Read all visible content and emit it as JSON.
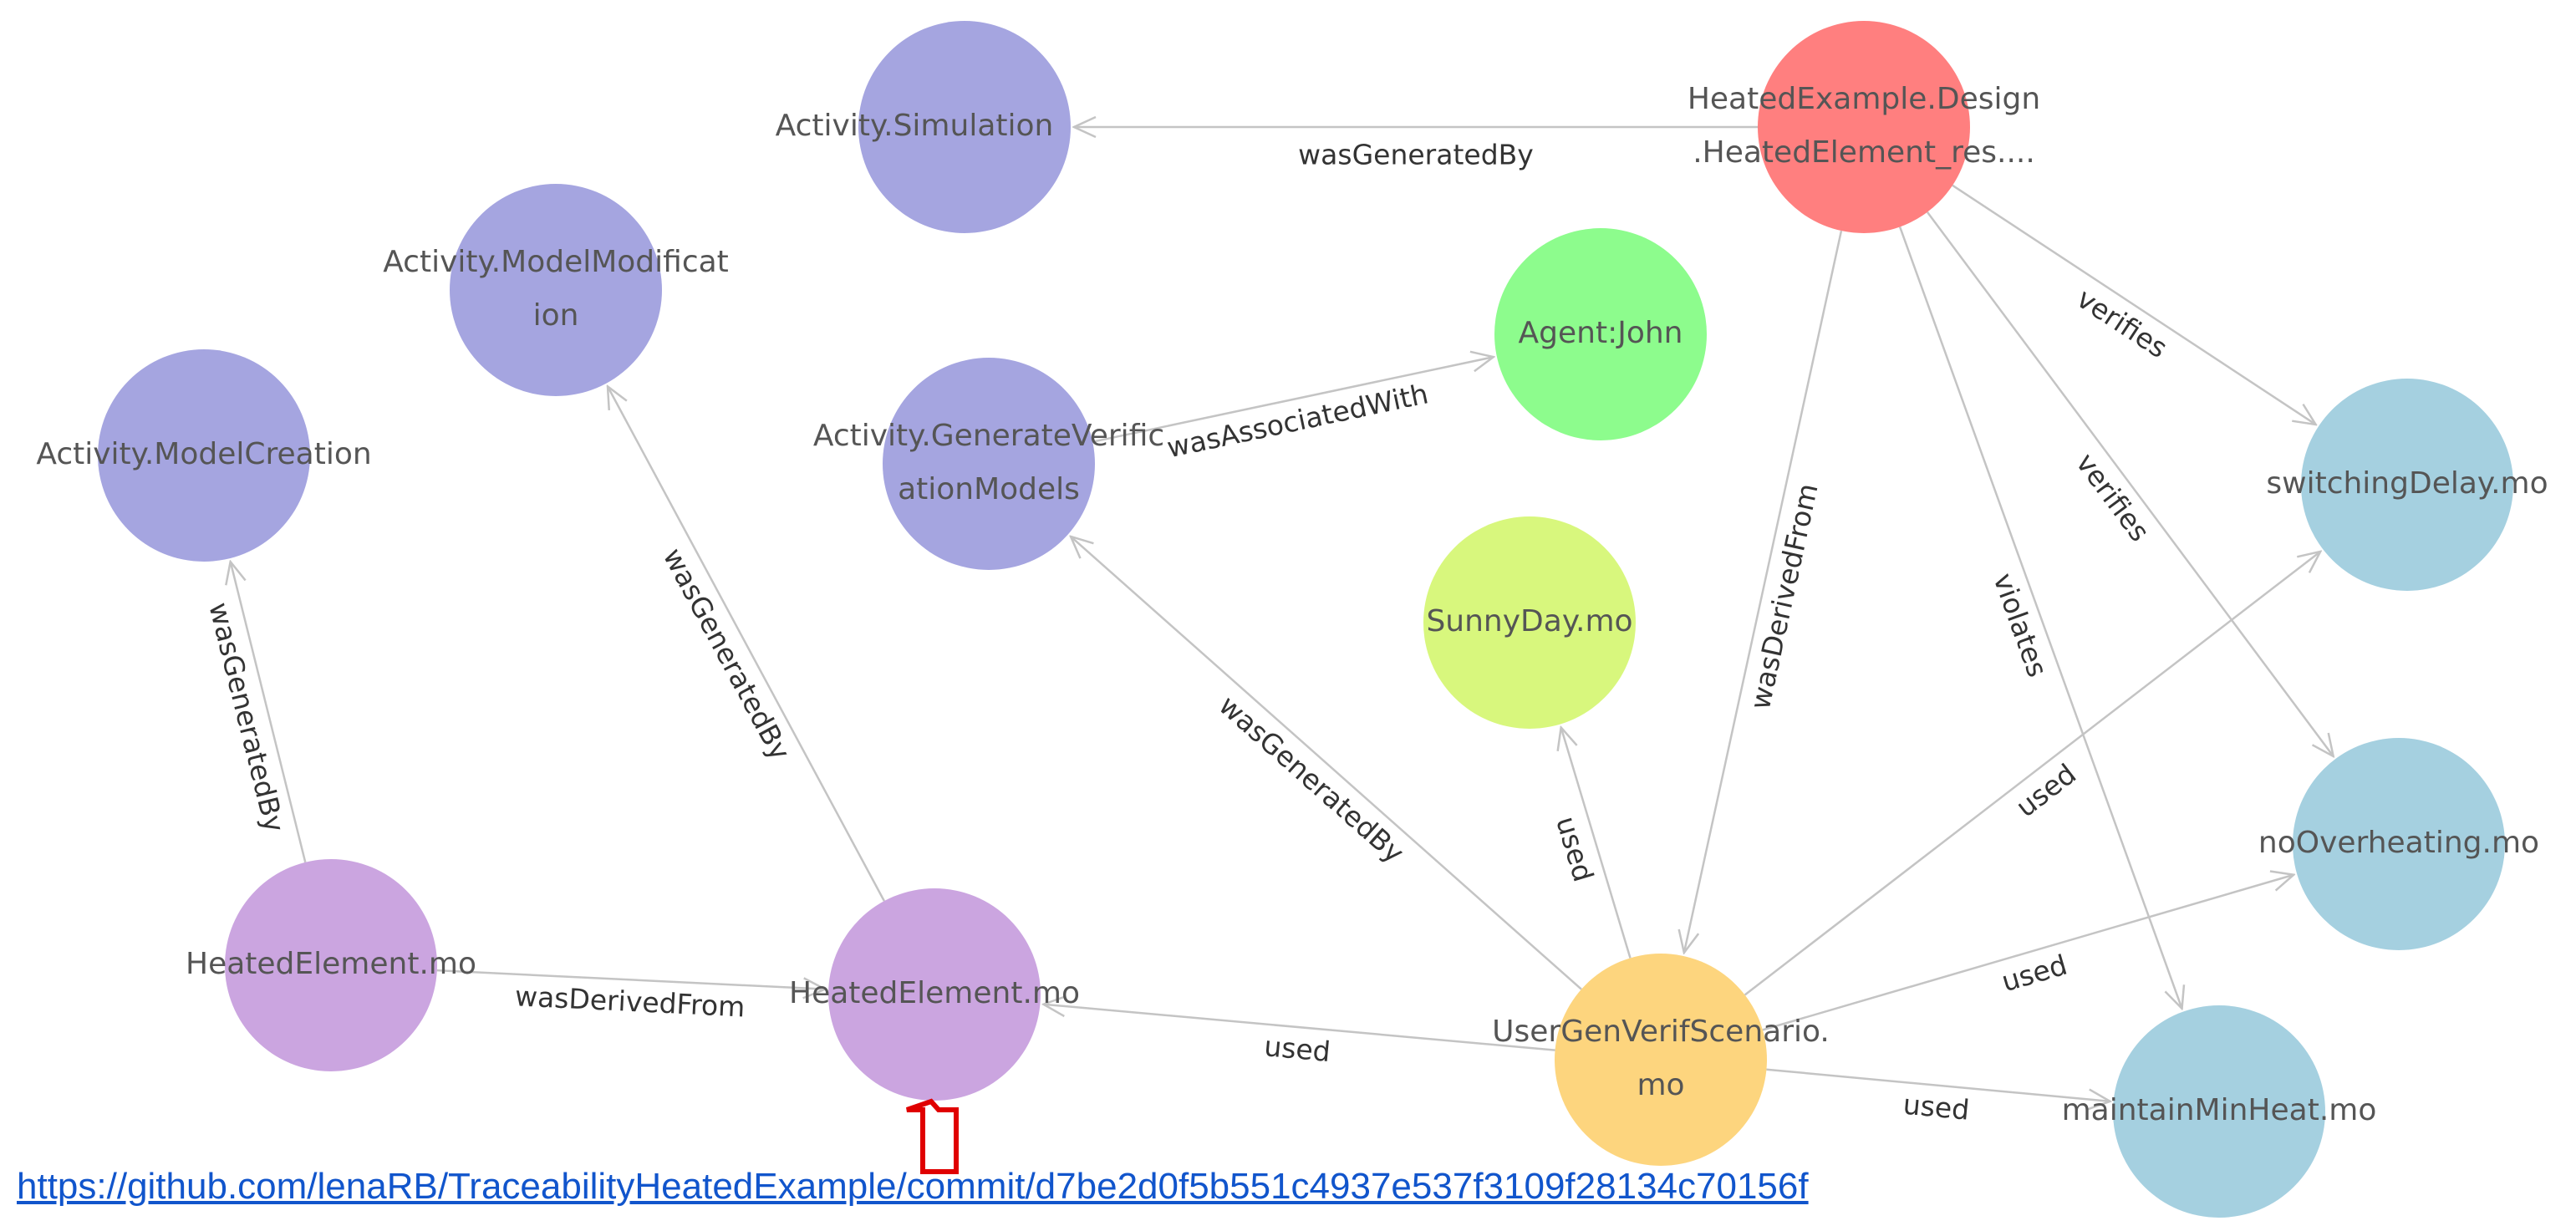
{
  "nodes": [
    {
      "id": "sim",
      "lines": [
        "Activity.Simulation"
      ],
      "color": "#a5a5e0"
    },
    {
      "id": "mod",
      "lines": [
        "Activity.ModelModificat",
        "ion"
      ],
      "color": "#a5a5e0"
    },
    {
      "id": "create",
      "lines": [
        "Activity.ModelCreation"
      ],
      "color": "#a5a5e0"
    },
    {
      "id": "genver",
      "lines": [
        "Activity.GenerateVerific",
        "ationModels"
      ],
      "color": "#a5a5e0"
    },
    {
      "id": "res",
      "lines": [
        "HeatedExample.Design",
        ".HeatedElement_res...."
      ],
      "color": "#ff7f7f"
    },
    {
      "id": "john",
      "lines": [
        "Agent:John"
      ],
      "color": "#8dfc8d"
    },
    {
      "id": "sunny",
      "lines": [
        "SunnyDay.mo"
      ],
      "color": "#d8f77d"
    },
    {
      "id": "he1",
      "lines": [
        "HeatedElement.mo"
      ],
      "color": "#cba5e0"
    },
    {
      "id": "he2",
      "lines": [
        "HeatedElement.mo"
      ],
      "color": "#cba5e0"
    },
    {
      "id": "user",
      "lines": [
        "UserGenVerifScenario.",
        "mo"
      ],
      "color": "#fdd57e"
    },
    {
      "id": "switch",
      "lines": [
        "switchingDelay.mo"
      ],
      "color": "#a5d0e0"
    },
    {
      "id": "nooh",
      "lines": [
        "noOverheating.mo"
      ],
      "color": "#a5d0e0"
    },
    {
      "id": "minheat",
      "lines": [
        "maintainMinHeat.mo"
      ],
      "color": "#a5d0e0"
    }
  ],
  "edges": [
    {
      "from": "res",
      "to": "sim",
      "label": "wasGeneratedBy"
    },
    {
      "from": "he2",
      "to": "mod",
      "label": "wasGeneratedBy"
    },
    {
      "from": "he1",
      "to": "create",
      "label": "wasGeneratedBy"
    },
    {
      "from": "genver",
      "to": "john",
      "label": "wasAssociatedWith"
    },
    {
      "from": "user",
      "to": "genver",
      "label": "wasGeneratedBy"
    },
    {
      "from": "res",
      "to": "switch",
      "label": "verifies"
    },
    {
      "from": "res",
      "to": "nooh",
      "label": "verifies"
    },
    {
      "from": "res",
      "to": "user",
      "label": "wasDerivedFrom"
    },
    {
      "from": "res",
      "to": "minheat",
      "label": "violates"
    },
    {
      "from": "user",
      "to": "sunny",
      "label": "used"
    },
    {
      "from": "user",
      "to": "switch",
      "label": "used"
    },
    {
      "from": "user",
      "to": "nooh",
      "label": "used"
    },
    {
      "from": "user",
      "to": "minheat",
      "label": "used"
    },
    {
      "from": "user",
      "to": "he2",
      "label": "used"
    },
    {
      "from": "he1",
      "to": "he2",
      "label": "wasDerivedFrom"
    }
  ],
  "marker": {
    "color": "#e00000",
    "direction": "up"
  },
  "commit_link": {
    "text": "https://github.com/lenaRB/TraceabilityHeatedExample/commit/d7be2d0f5b551c4937e537f3109f28134c70156f"
  }
}
